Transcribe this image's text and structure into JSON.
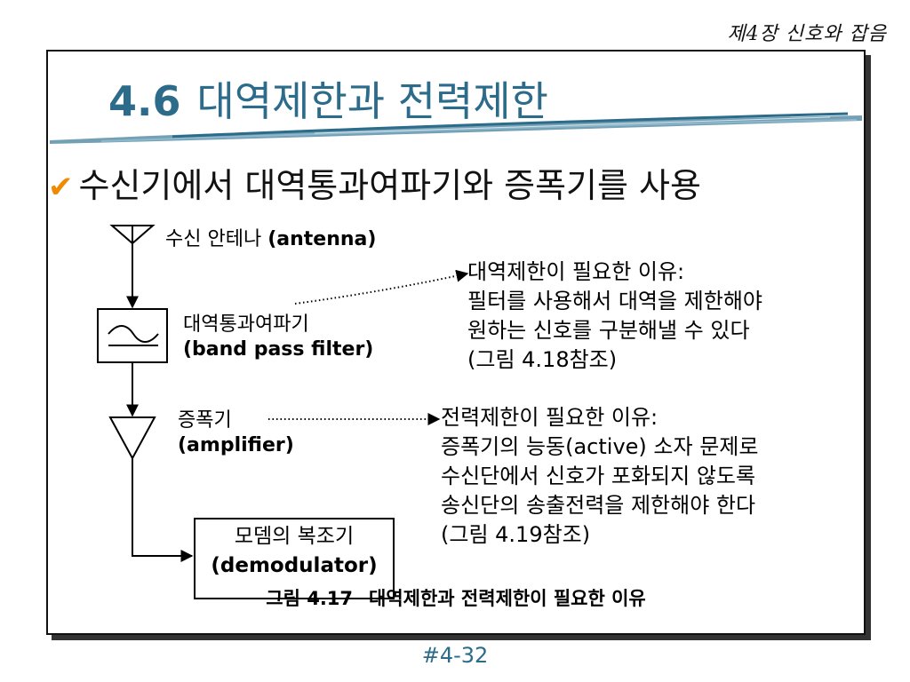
{
  "header": {
    "chapter": "제4장  신호와 잡음"
  },
  "slide": {
    "title_number": "4.6",
    "title_text": "대역제한과 전력제한",
    "bullet": "수신기에서 대역통과여파기와 증폭기를 사용"
  },
  "diagram": {
    "antenna_label": "수신 안테나",
    "antenna_en": "(antenna)",
    "bpf_label": "대역통과여파기",
    "bpf_en": "(band pass filter)",
    "amp_label": "증폭기",
    "amp_en": "(amplifier)",
    "demod_label": "모뎀의 복조기",
    "demod_en": "(demodulator)",
    "note1": [
      "대역제한이 필요한 이유:",
      "필터를 사용해서 대역을 제한해야",
      "원하는 신호를 구분해낼 수 있다",
      "(그림 4.18참조)"
    ],
    "note2": [
      "전력제한이 필요한 이유:",
      "증폭기의 능동(active) 소자 문제로",
      "수신단에서 신호가 포화되지 않도록",
      "송신단의 송출전력을 제한해야 한다",
      "(그림 4.19참조)"
    ]
  },
  "caption": {
    "number": "그림 4.17",
    "text": "대역제한과 전력제한이 필요한 이유"
  },
  "footer": {
    "page": "#4-32"
  },
  "colors": {
    "title": "#2c6b8a",
    "check": "#f08a00"
  },
  "icons": {
    "bullet": "check-icon"
  }
}
